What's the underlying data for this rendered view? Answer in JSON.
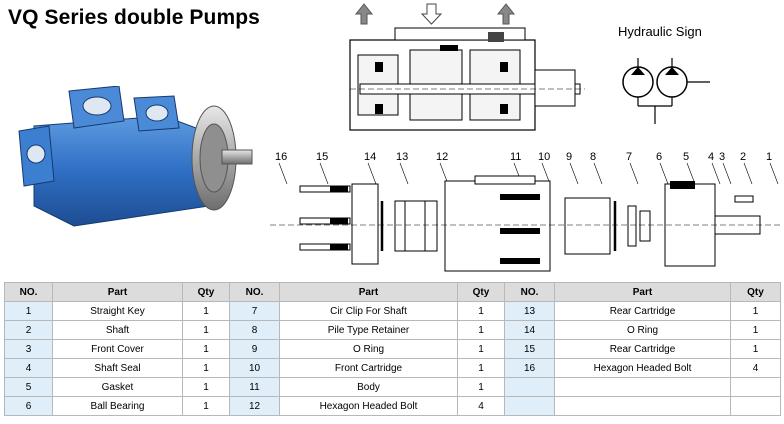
{
  "title": "VQ Series double Pumps",
  "hydraulic_label": "Hydraulic Sign",
  "part_numbers": [
    "16",
    "15",
    "14",
    "13",
    "12",
    "11",
    "10",
    "9",
    "8",
    "7",
    "6",
    "5",
    "4",
    "3",
    "2",
    "1"
  ],
  "table": {
    "headers": [
      "NO.",
      "Part",
      "Qty",
      "NO.",
      "Part",
      "Qty",
      "NO.",
      "Part",
      "Qty"
    ],
    "rows": [
      [
        "1",
        "Straight Key",
        "1",
        "7",
        "Cir Clip For Shaft",
        "1",
        "13",
        "Rear Cartridge",
        "1"
      ],
      [
        "2",
        "Shaft",
        "1",
        "8",
        "Pile Type Retainer",
        "1",
        "14",
        "O Ring",
        "1"
      ],
      [
        "3",
        "Front Cover",
        "1",
        "9",
        "O Ring",
        "1",
        "15",
        "Rear Cartridge",
        "1"
      ],
      [
        "4",
        "Shaft Seal",
        "1",
        "10",
        "Front Cartridge",
        "1",
        "16",
        "Hexagon Headed Bolt",
        "4"
      ],
      [
        "5",
        "Gasket",
        "1",
        "11",
        "Body",
        "1",
        "",
        "",
        ""
      ],
      [
        "6",
        "Ball Bearing",
        "1",
        "12",
        "Hexagon Headed Bolt",
        "4",
        "",
        "",
        ""
      ]
    ]
  },
  "colors": {
    "pump_blue": "#2f6fc4",
    "header_gray": "#dcdcdc",
    "no_cell": "#dfeef9"
  }
}
